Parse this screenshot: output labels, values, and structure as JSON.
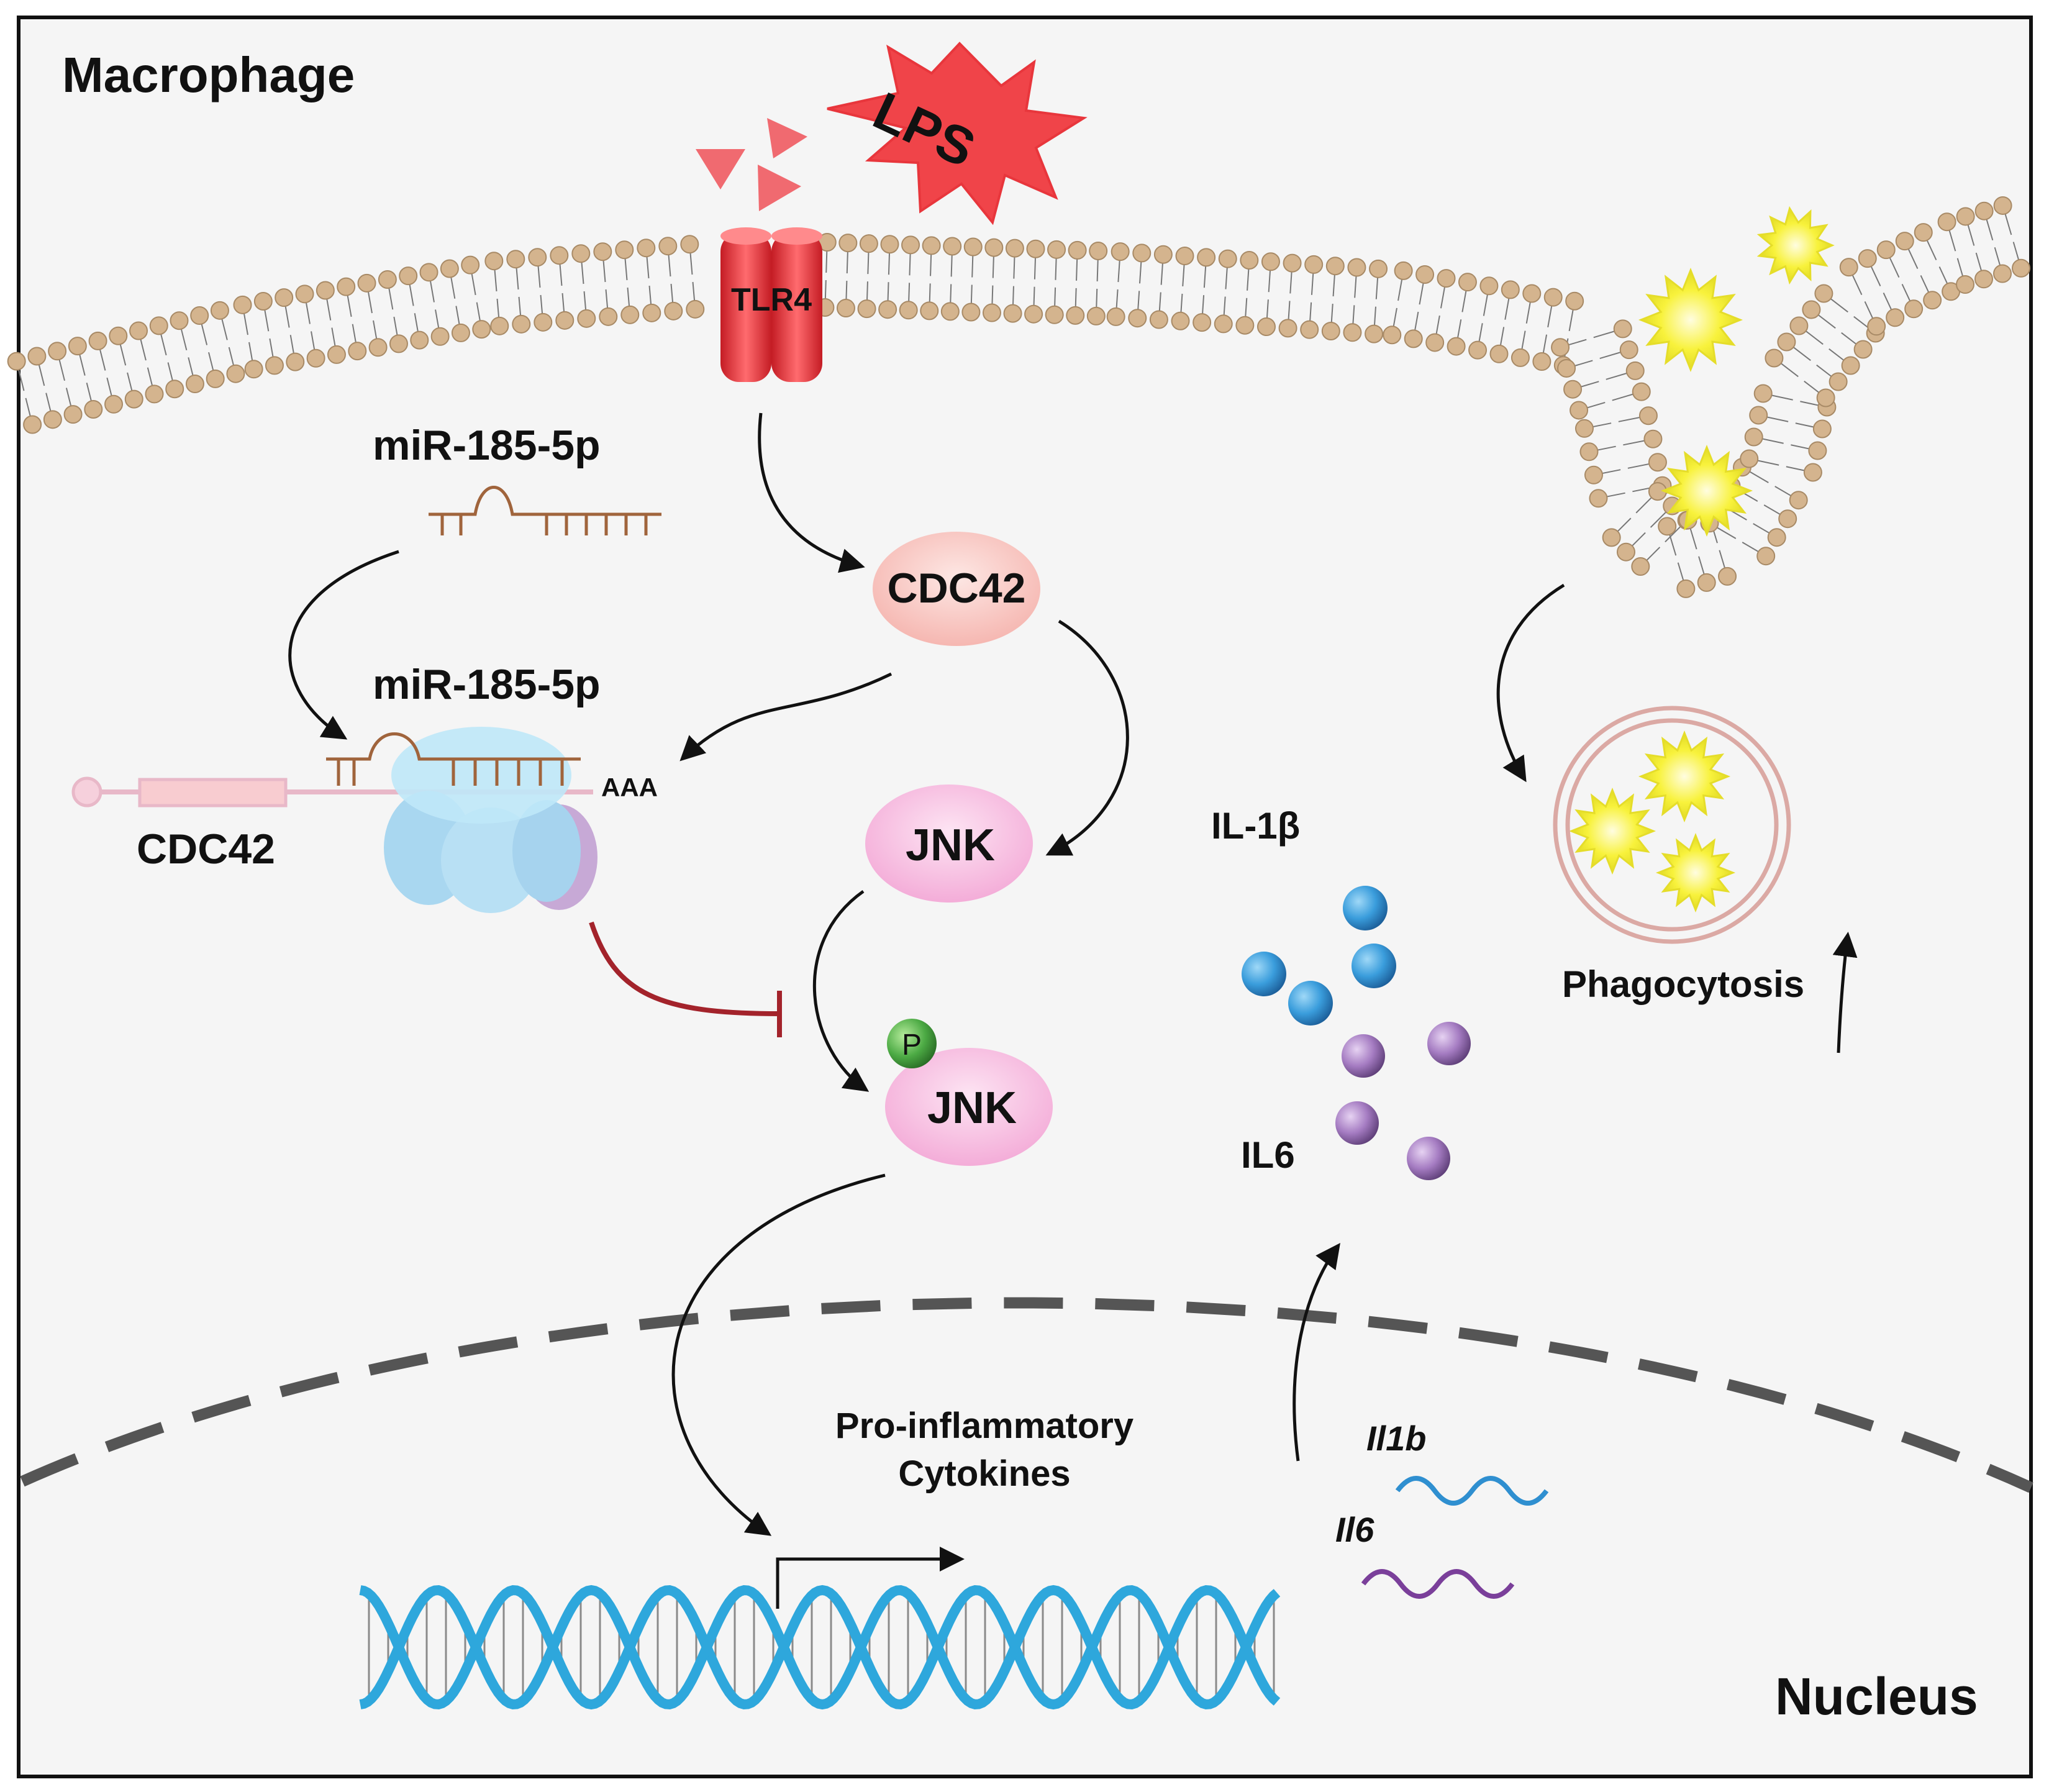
{
  "labels": {
    "cell": "Macrophage",
    "nucleus": "Nucleus",
    "ligand": "LPS",
    "receptor": "TLR4",
    "mirna_free": "miR-185-5p",
    "mirna_bound": "miR-185-5p",
    "target_mrna": "CDC42",
    "poly_a": "AAA",
    "cdc42_protein": "CDC42",
    "jnk": "JNK",
    "p_jnk": "JNK",
    "phospho": "P",
    "il1b_protein": "IL-1β",
    "il6_protein": "IL6",
    "phagocytosis": "Phagocytosis",
    "cytokines_line1": "Pro-inflammatory",
    "cytokines_line2": "Cytokines",
    "gene_il1b": "Il1b",
    "gene_il6": "Il6"
  },
  "colors": {
    "background": "#f5f5f5",
    "lipid_head": "#d4b48e",
    "receptor": "#e8363c",
    "cdc42": "#f9c8c4",
    "jnk": "#f7bde0",
    "phospho": "#4caa44",
    "il1b": "#2f8fd0",
    "il6": "#9a6cb8",
    "dna": "#2ea7dc",
    "inhibition": "#a3232b",
    "nuclear_envelope": "#555555",
    "pathogen": "#f4f13a",
    "mrna": "#e8b8c8",
    "mirna": "#a0643c"
  },
  "arrow_types": {
    "activation": "arrow",
    "inhibition": "blunt"
  }
}
